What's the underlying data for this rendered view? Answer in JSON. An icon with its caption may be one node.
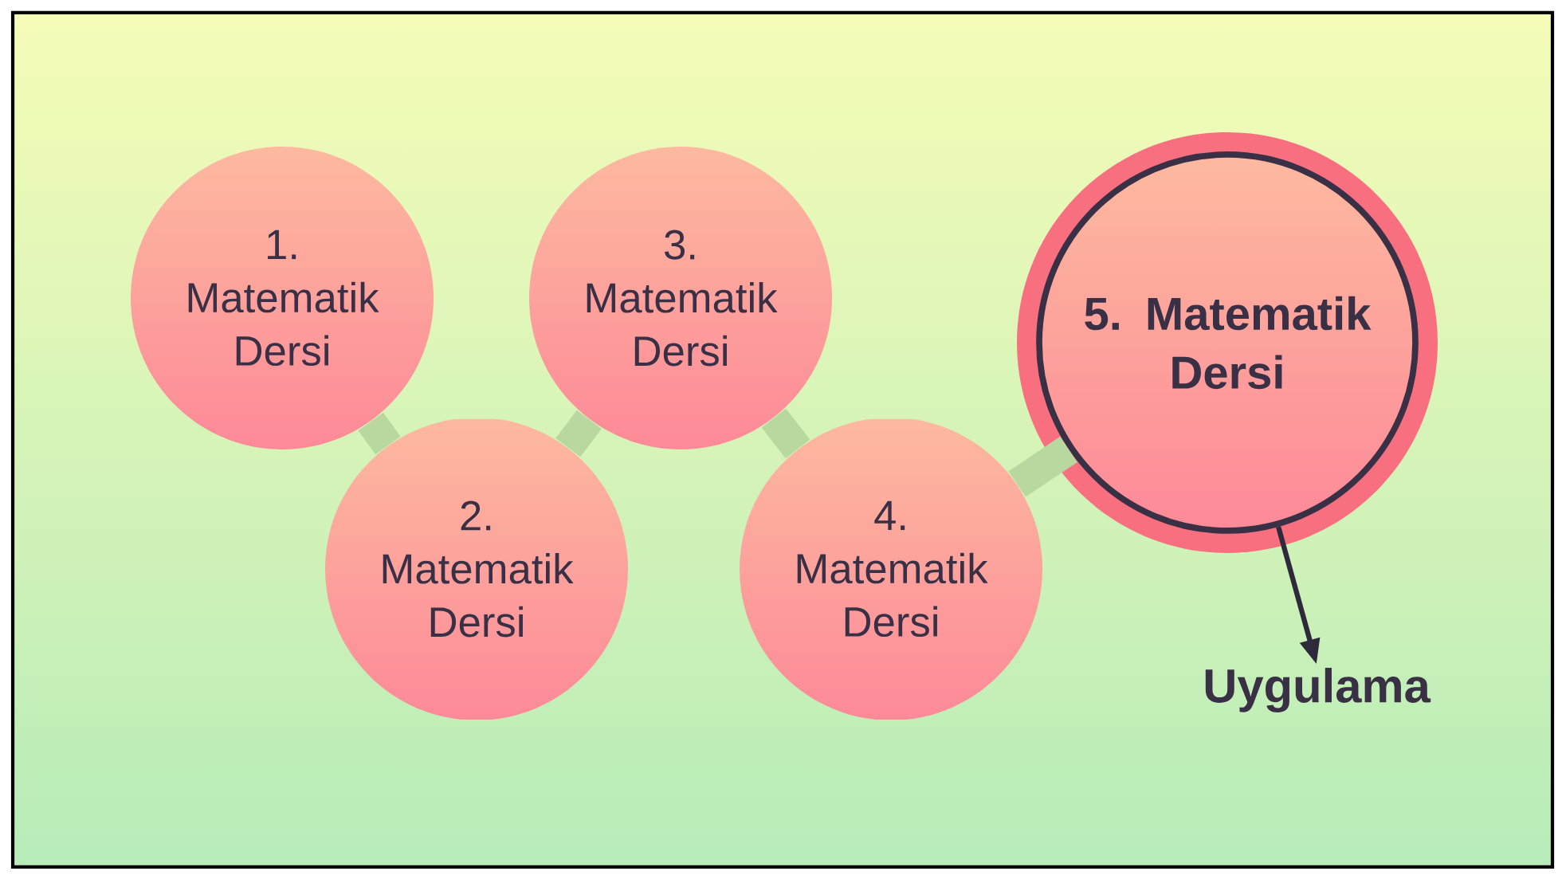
{
  "diagram": {
    "nodes": [
      {
        "text": [
          "1. Matematik Dersi"
        ]
      },
      {
        "text": [
          "2. Matematik Dersi"
        ]
      },
      {
        "text": [
          "3. Matematik Dersi"
        ]
      },
      {
        "text": [
          "4. Matematik Dersi"
        ]
      },
      {
        "text": [
          "5. Matematik Dersi"
        ]
      },
      {
        "text": [
          "Uygulama"
        ]
      }
    ],
    "edges": [
      {
        "from": 0,
        "to": 1,
        "arrow": "none"
      },
      {
        "from": 1,
        "to": 2,
        "arrow": "none"
      },
      {
        "from": 2,
        "to": 3,
        "arrow": "none"
      },
      {
        "from": 3,
        "to": 4,
        "arrow": "none"
      },
      {
        "from": 4,
        "to": 5,
        "arrow": "to",
        "color": "#2e2a3c"
      }
    ]
  }
}
